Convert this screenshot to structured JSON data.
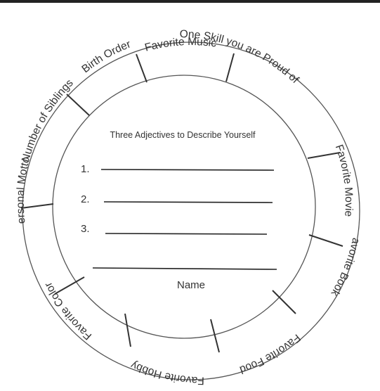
{
  "worksheet": {
    "ring_labels": [
      "Favorite Music",
      "One Skill you are Proud of",
      "Favorite Movie",
      "Favorite Book",
      "Favorite Food",
      "Favorite Hobby",
      "Favorite Color",
      "Personal Motto",
      "Number  of  Siblings",
      "Birth Order"
    ],
    "center_title": "Three Adjectives to Describe Yourself",
    "blank_numbers": [
      "1.",
      "2.",
      "3."
    ],
    "name_label": "Name"
  }
}
